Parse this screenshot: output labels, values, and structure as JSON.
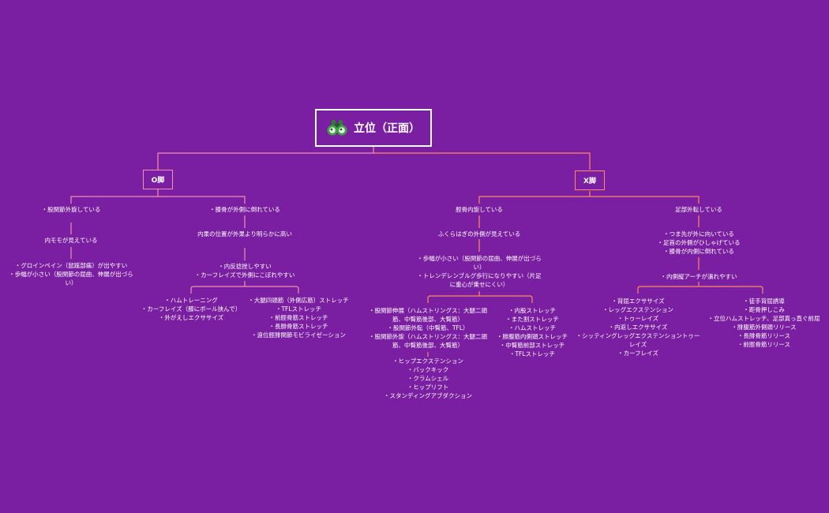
{
  "colors": {
    "background": "#7b1fa2",
    "o_branch": "#f48fb1",
    "x_branch": "#ff8a65",
    "text": "#ffffff"
  },
  "root": {
    "title": "立位（正面）",
    "icon": "binoculars-icon"
  },
  "o_leg": {
    "label": "O脚",
    "hip": {
      "title": "・股関節外旋している",
      "sub": "内モモが見えている",
      "items": [
        "・グロインペイン（鼠蹊部痛）が出やすい",
        "・歩幅が小さい（股関節の屈曲、伸展が出づら",
        "い）"
      ]
    },
    "patella": {
      "title": "・膝骨が外側に倒れている",
      "sub1": "内果の位置が外果より明らかに高い",
      "sub2": [
        "・内反捻挫しやすい",
        "・カーフレイズで外側にこぼれやすい"
      ],
      "left_list": [
        "・ハムトレーニング",
        "・カーフレイズ（膝にボール挟んで）",
        "・外がえしエクササイズ"
      ],
      "right_list": [
        "・大腿四頭筋（外側広筋）ストレッチ",
        "・TFLストレッチ",
        "・前脛骨筋ストレッチ",
        "・長腓骨筋ストレッチ",
        "・遠位脛腓関節モビライゼーション"
      ]
    }
  },
  "x_leg": {
    "label": "X脚",
    "tibia": {
      "title": "脛骨内旋している",
      "sub1": "ふくらはぎの外側が見えている",
      "sub2": [
        "・歩幅が小さい（股関節の屈曲、伸展が出づら",
        "い）",
        "・トレンデレンブルグ歩行になりやすい（片足",
        "に重心が乗せにくい）"
      ],
      "left_list": [
        "・股関節伸展（ハムストリングス：大腿二頭",
        "筋、中臀筋後部、大臀筋）",
        "・股関節外転（中臀筋、TFL）",
        "・股関節外旋（ハムストリングス：大腿二頭",
        "筋、中臀筋後部、大臀筋）"
      ],
      "left_list2": [
        "・ヒップエクステンション",
        "・バックキック",
        "・クラムシェル",
        "・ヒップリフト",
        "・スタンディングアブダクション"
      ],
      "right_list": [
        "・内股ストレッチ",
        "・また割ストレッチ",
        "・ハムストレッチ",
        "・腓腹筋内側頭ストレッチ",
        "・中臀筋前部ストレッチ",
        "・TFLストレッチ"
      ]
    },
    "foot": {
      "title": "足部外転している",
      "sub1": [
        "・つま先が外に向いている",
        "・足首の外側がひしゃげている",
        "・膝骨が内側に倒れている"
      ],
      "sub2": "・内側縦アーチが潰れやすい",
      "left_list": [
        "・背屈エクササイズ",
        "・レッグエクステンション",
        "・トゥーレイズ",
        "・内返しエクササイズ",
        "・シッティングレッグエクステンショントゥー",
        "レイズ",
        "・カーフレイズ"
      ],
      "right_list": [
        "・徒手背屈誘導",
        "・距骨押しこみ",
        "・立位ハムストレッチ、足部真っ直ぐ前屈",
        "・腓腹筋外側頭リリース",
        "・長腓骨筋リリース",
        "・前脛骨筋リリース"
      ]
    }
  }
}
